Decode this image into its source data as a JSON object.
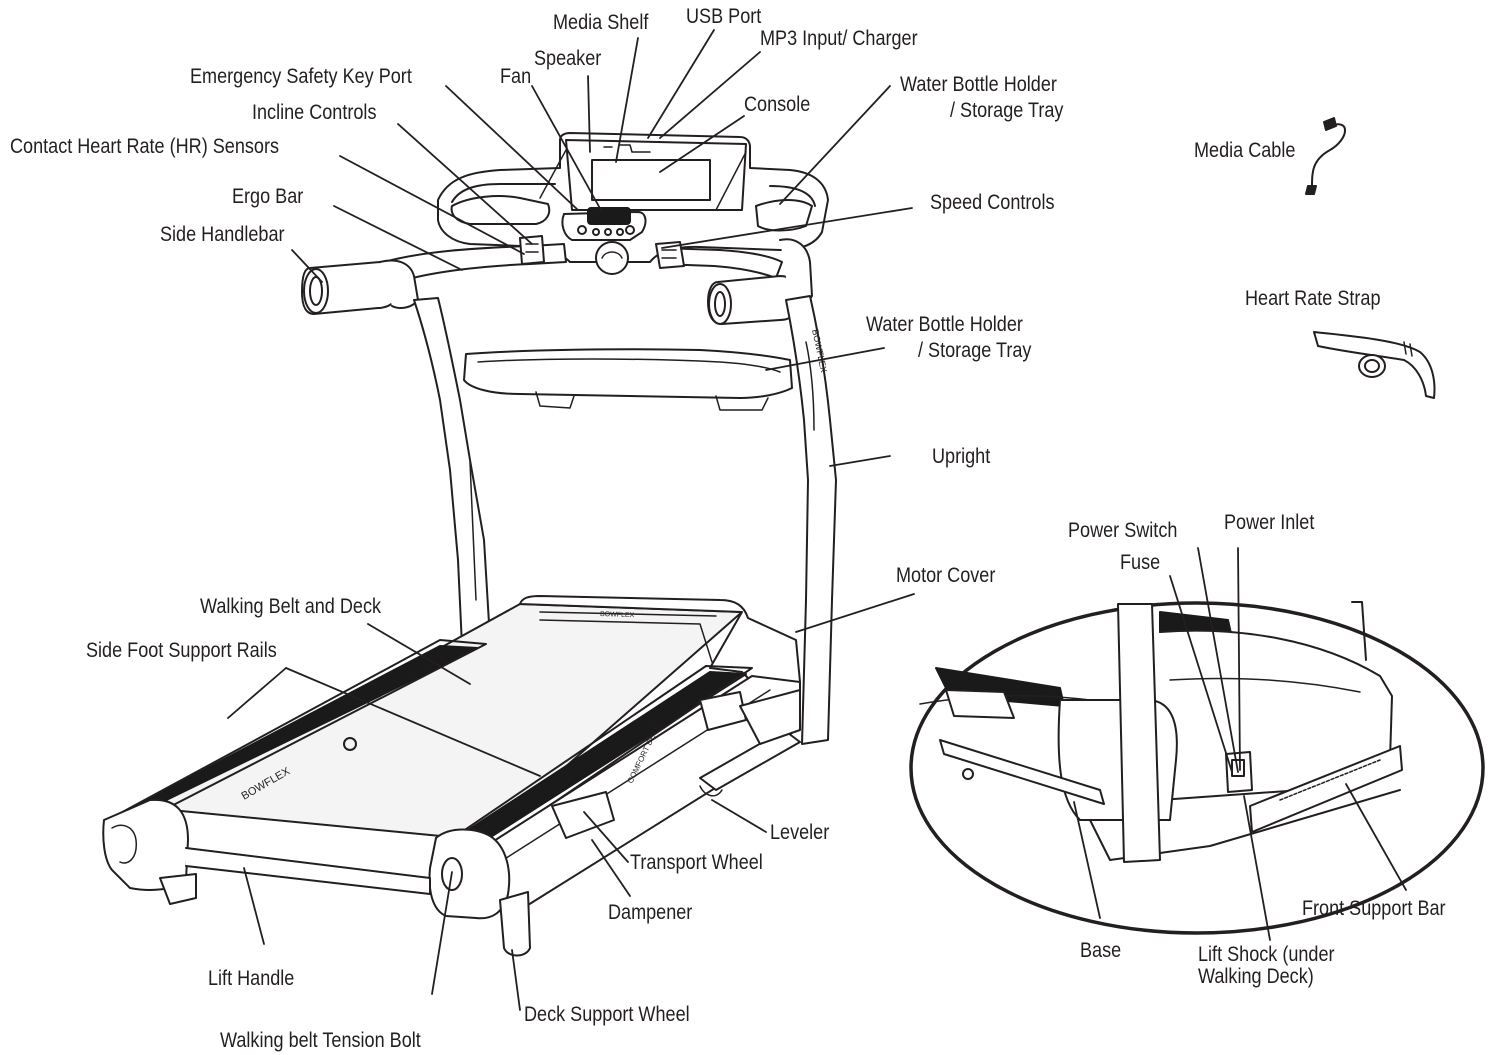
{
  "labels": {
    "media_shelf": "Media Shelf",
    "usb_port": "USB Port",
    "mp3_input": "MP3 Input/ Charger",
    "speaker": "Speaker",
    "fan": "Fan",
    "emergency_key": "Emergency Safety Key Port",
    "incline_controls": "Incline Controls",
    "contact_hr": "Contact Heart Rate (HR) Sensors",
    "ergo_bar": "Ergo Bar",
    "side_handlebar": "Side Handlebar",
    "console": "Console",
    "water_bottle_top_1": "Water Bottle Holder",
    "water_bottle_top_2": "/ Storage Tray",
    "speed_controls": "Speed Controls",
    "water_bottle_mid_1": "Water Bottle Holder",
    "water_bottle_mid_2": "/ Storage Tray",
    "upright": "Upright",
    "media_cable": "Media Cable",
    "heart_rate_strap": "Heart Rate Strap",
    "power_switch": "Power Switch",
    "power_inlet": "Power Inlet",
    "fuse": "Fuse",
    "motor_cover": "Motor Cover",
    "walking_belt_deck": "Walking Belt and Deck",
    "side_foot_rails": "Side Foot Support Rails",
    "leveler": "Leveler",
    "transport_wheel": "Transport Wheel",
    "dampener": "Dampener",
    "lift_handle": "Lift Handle",
    "deck_support_wheel": "Deck Support Wheel",
    "tension_bolt": "Walking belt Tension Bolt",
    "base": "Base",
    "lift_shock_1": "Lift Shock (under",
    "lift_shock_2": "Walking Deck)",
    "front_support_bar": "Front Support Bar"
  },
  "product_markings": {
    "brand": "BOWFLEX",
    "deck_logo": "COMFORT DECK"
  },
  "colors": {
    "line": "#231f20",
    "belt_rail": "#1a1a1a",
    "deck_fill": "#f4f4f4",
    "background": "#ffffff"
  }
}
